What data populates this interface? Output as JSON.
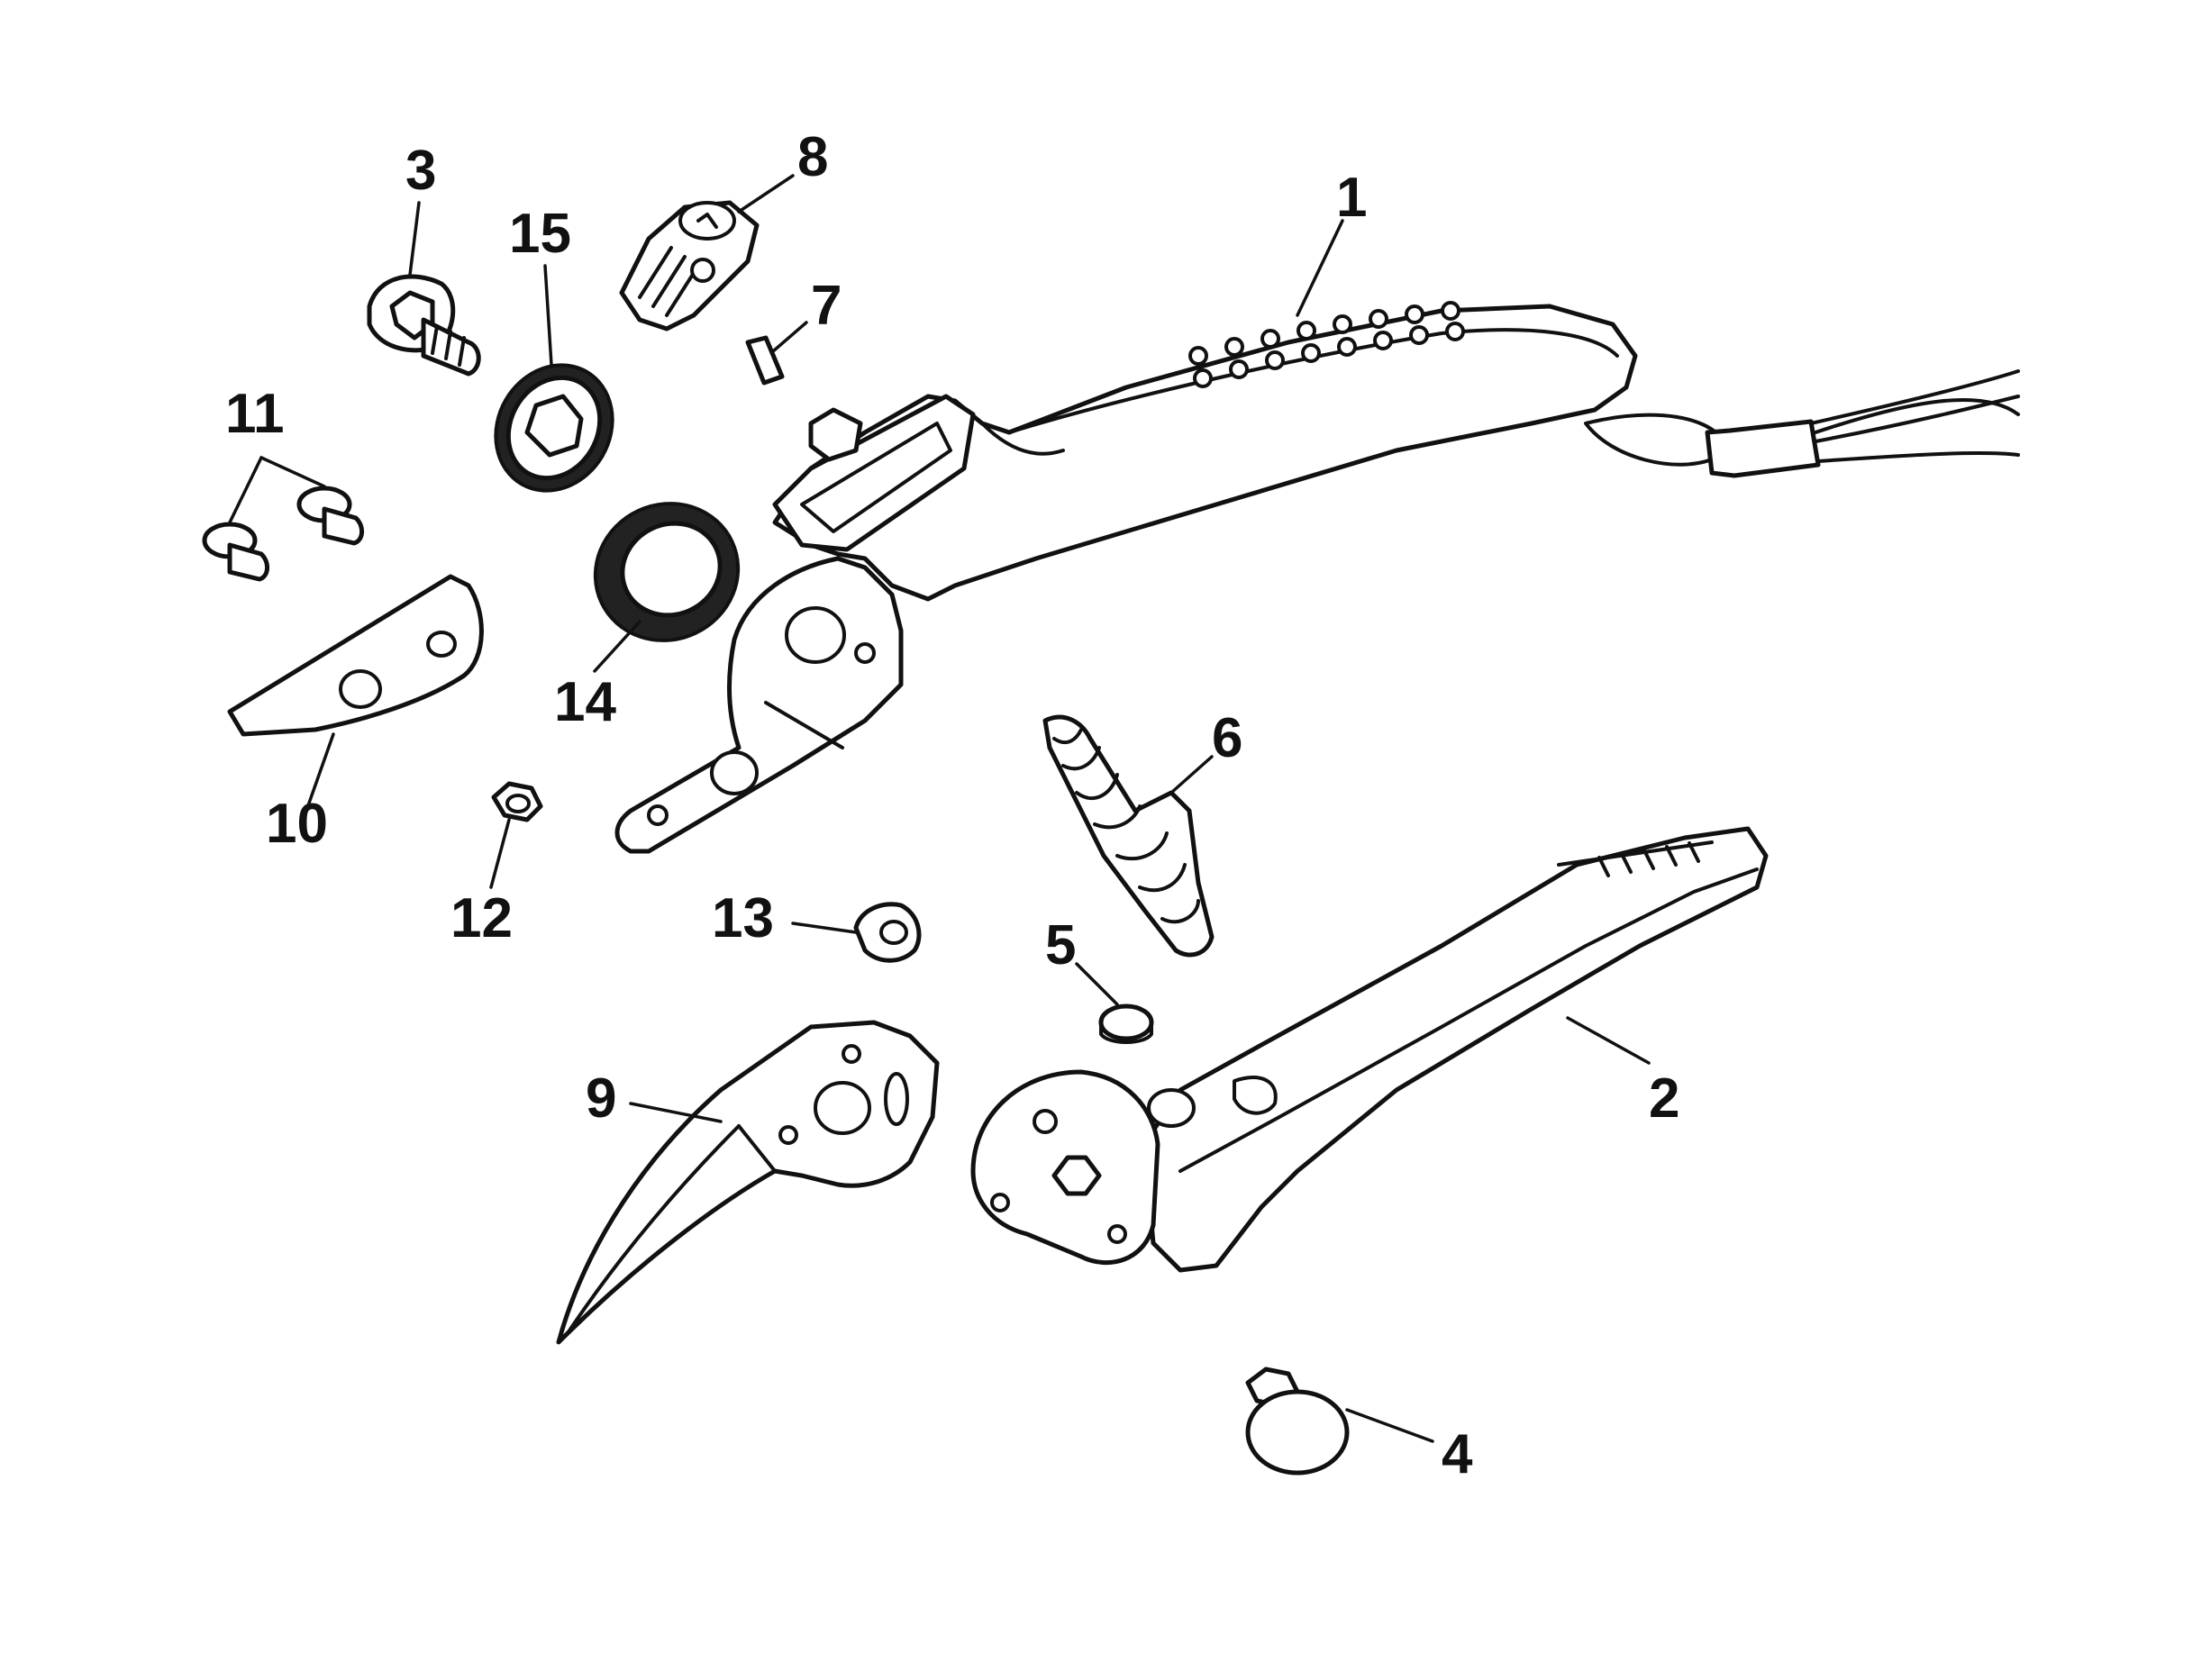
{
  "callouts": [
    {
      "id": "c1",
      "label": "1"
    },
    {
      "id": "c2",
      "label": "2"
    },
    {
      "id": "c3",
      "label": "3"
    },
    {
      "id": "c4",
      "label": "4"
    },
    {
      "id": "c5",
      "label": "5"
    },
    {
      "id": "c6",
      "label": "6"
    },
    {
      "id": "c7",
      "label": "7"
    },
    {
      "id": "c8",
      "label": "8"
    },
    {
      "id": "c9",
      "label": "9"
    },
    {
      "id": "c10",
      "label": "10"
    },
    {
      "id": "c11",
      "label": "11"
    },
    {
      "id": "c12",
      "label": "12"
    },
    {
      "id": "c13",
      "label": "13"
    },
    {
      "id": "c14",
      "label": "14"
    },
    {
      "id": "c15",
      "label": "15"
    }
  ],
  "colors": {
    "line": "#111111",
    "background": "#ffffff"
  }
}
